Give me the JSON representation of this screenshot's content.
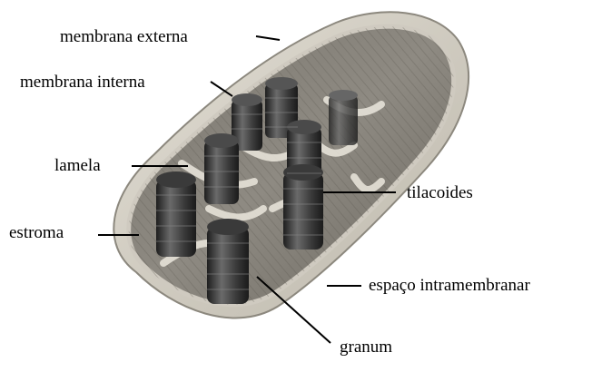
{
  "labels": {
    "membrana_externa": "membrana externa",
    "membrana_interna": "membrana interna",
    "lamela": "lamela",
    "estroma": "estroma",
    "tilacoides": "tilacoides",
    "espaco_intramembranar": "espaço intramembranar",
    "granum": "granum"
  },
  "colors": {
    "outer_membrane": "#d4d0c6",
    "stroma": "#8c8880",
    "thylakoid_dark": "#2c2c2c",
    "thylakoid_light": "#6a6a6a",
    "lamella": "#e6e2d8",
    "leader_line": "#000000"
  }
}
